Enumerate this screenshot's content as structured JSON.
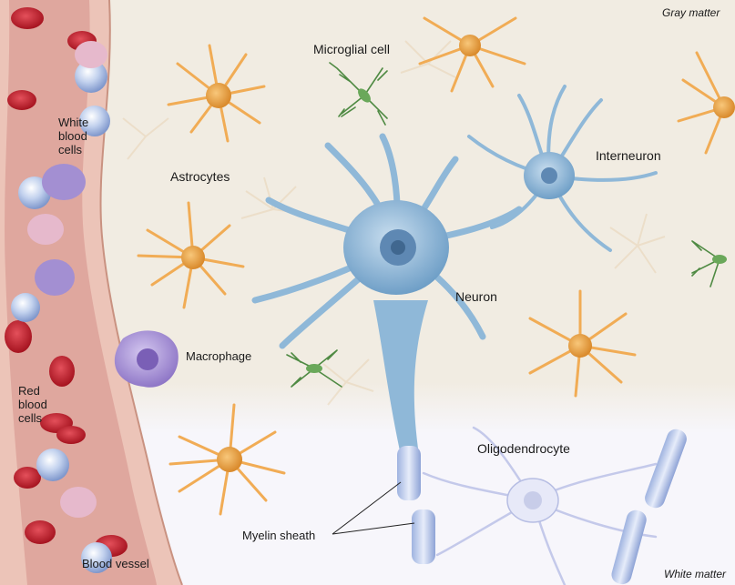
{
  "labels": {
    "gray_matter": "Gray matter",
    "white_matter": "White matter",
    "microglial_cell": "Microglial cell",
    "interneuron": "Interneuron",
    "astrocytes": "Astrocytes",
    "neuron": "Neuron",
    "macrophage": "Macrophage",
    "white_blood_cells": "White\nblood\ncells",
    "red_blood_cells": "Red\nblood\ncells",
    "oligodendrocyte": "Oligodendrocyte",
    "myelin_sheath": "Myelin sheath",
    "blood_vessel": "Blood vessel"
  },
  "colors": {
    "gray_matter_bg": "#f1ece2",
    "white_matter_bg": "#f7f6fb",
    "vessel_wall": "#ecc4b8",
    "vessel_lumen": "#dfa79e",
    "astrocyte": "#f1ac55",
    "neuron": "#8fb8d8",
    "microglia": "#4f8a43",
    "red_blood_cell": "#c11d2a",
    "white_blood_cell": "#a8bfe6",
    "macrophage": "#a994d6",
    "oligodendrocyte": "#c4c9ea"
  }
}
